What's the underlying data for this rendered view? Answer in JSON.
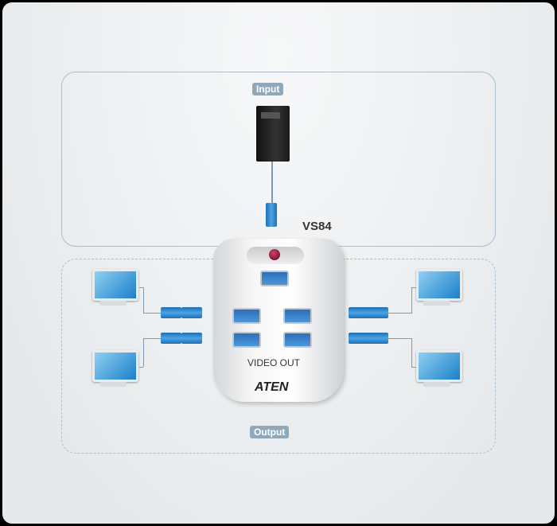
{
  "labels": {
    "input": "Input",
    "output": "Output",
    "model": "VS84",
    "video_out": "VIDEO OUT",
    "brand": "ATEN"
  },
  "colors": {
    "tag": "#8fa9bb",
    "border": "#a9bdcb",
    "connector": "#2a86d1"
  },
  "icons": {
    "computer": "computer-tower-icon",
    "monitor": "monitor-icon",
    "connector": "vga-connector-icon"
  }
}
